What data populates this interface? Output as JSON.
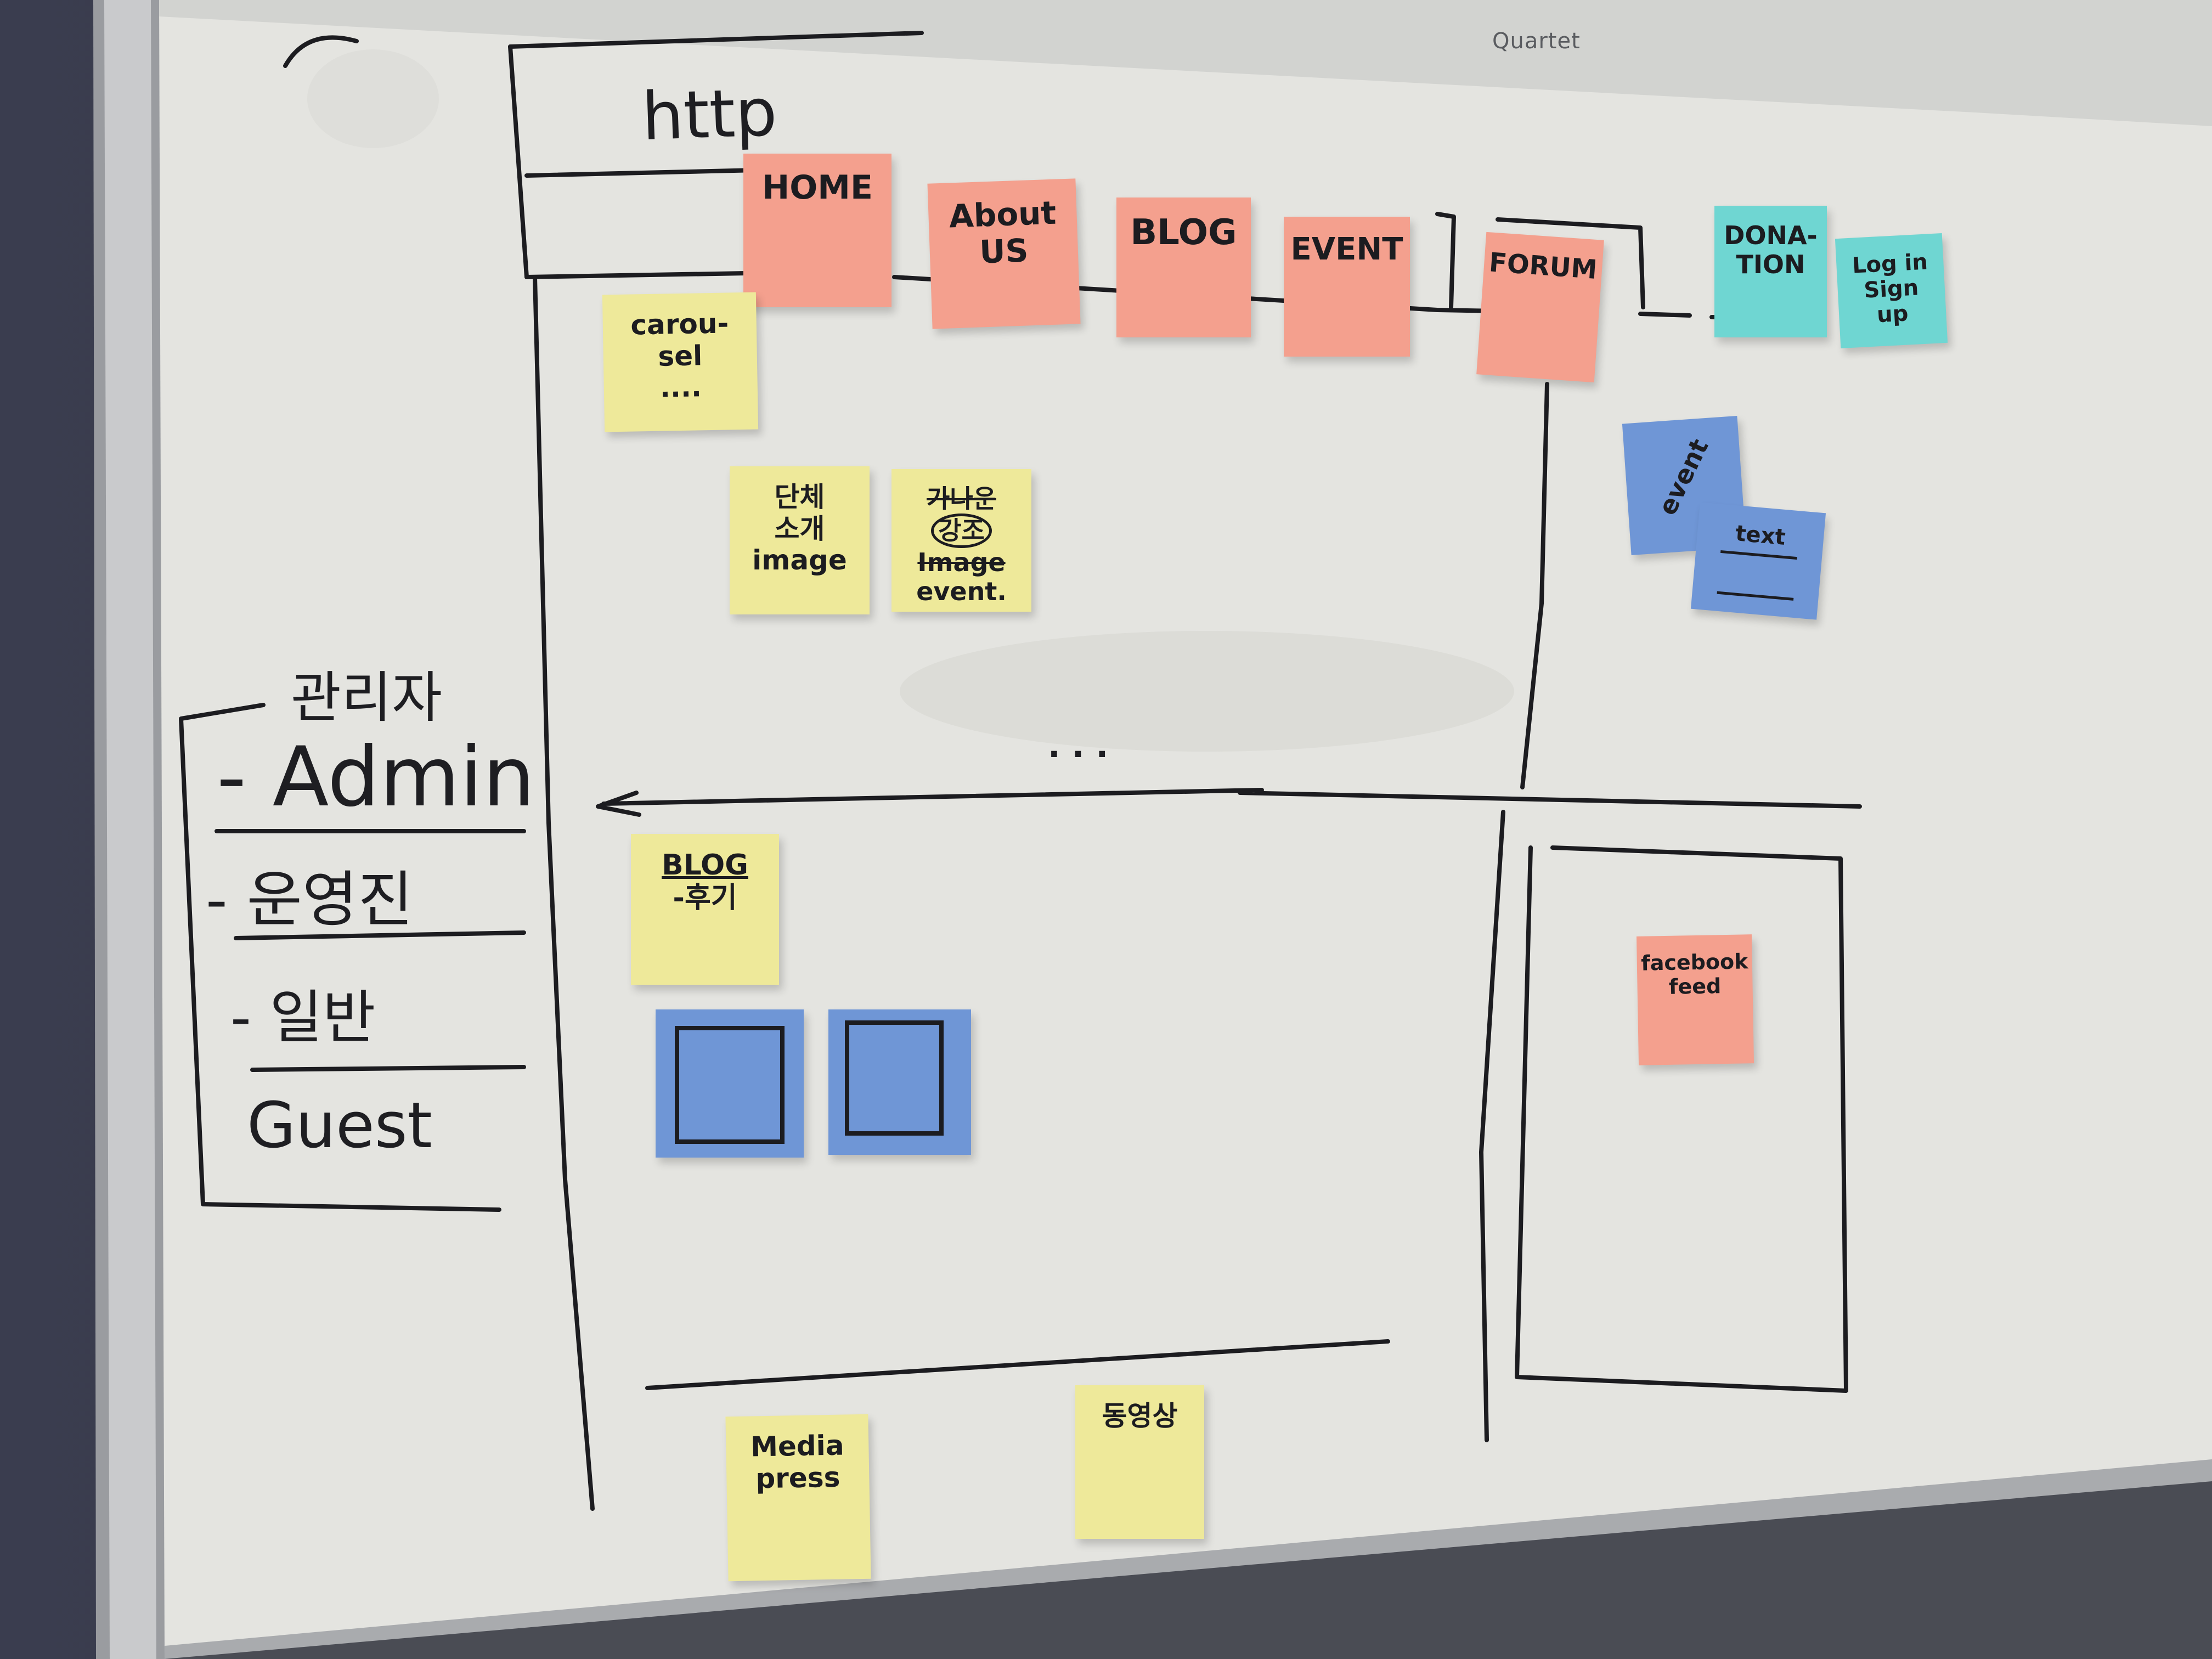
{
  "board": {
    "brand": "Quartet",
    "url_label": "http"
  },
  "nav": {
    "home": "HOME",
    "about_line1": "About",
    "about_line2": "US",
    "blog": "BLOG",
    "event": "EVENT",
    "forum": "FORUM",
    "donation_line1": "DONA-",
    "donation_line2": "TION",
    "login_line1": "Log in",
    "login_line2": "Sign up"
  },
  "main": {
    "carousel_line1": "carou-",
    "carousel_line2": "sel",
    "carousel_line3": "....",
    "intro_line1": "단체",
    "intro_line2": "소개",
    "intro_line3": "image",
    "event_struck1": "가나운",
    "event_circled": "강조",
    "event_struck2": "Image",
    "event_line": "event.",
    "ellipsis": "· · ·",
    "blog_title": "BLOG",
    "blog_sub": "-후기",
    "media_line1": "Media",
    "media_line2": "press",
    "video": "동영상"
  },
  "side": {
    "event": "event",
    "text": "text",
    "facebook_line1": "facebook",
    "facebook_line2": "feed"
  },
  "roles": {
    "heading": "관리자",
    "item1": "- Admin",
    "item2": "- 운영진",
    "item3": "- 일반",
    "item4": "Guest"
  }
}
